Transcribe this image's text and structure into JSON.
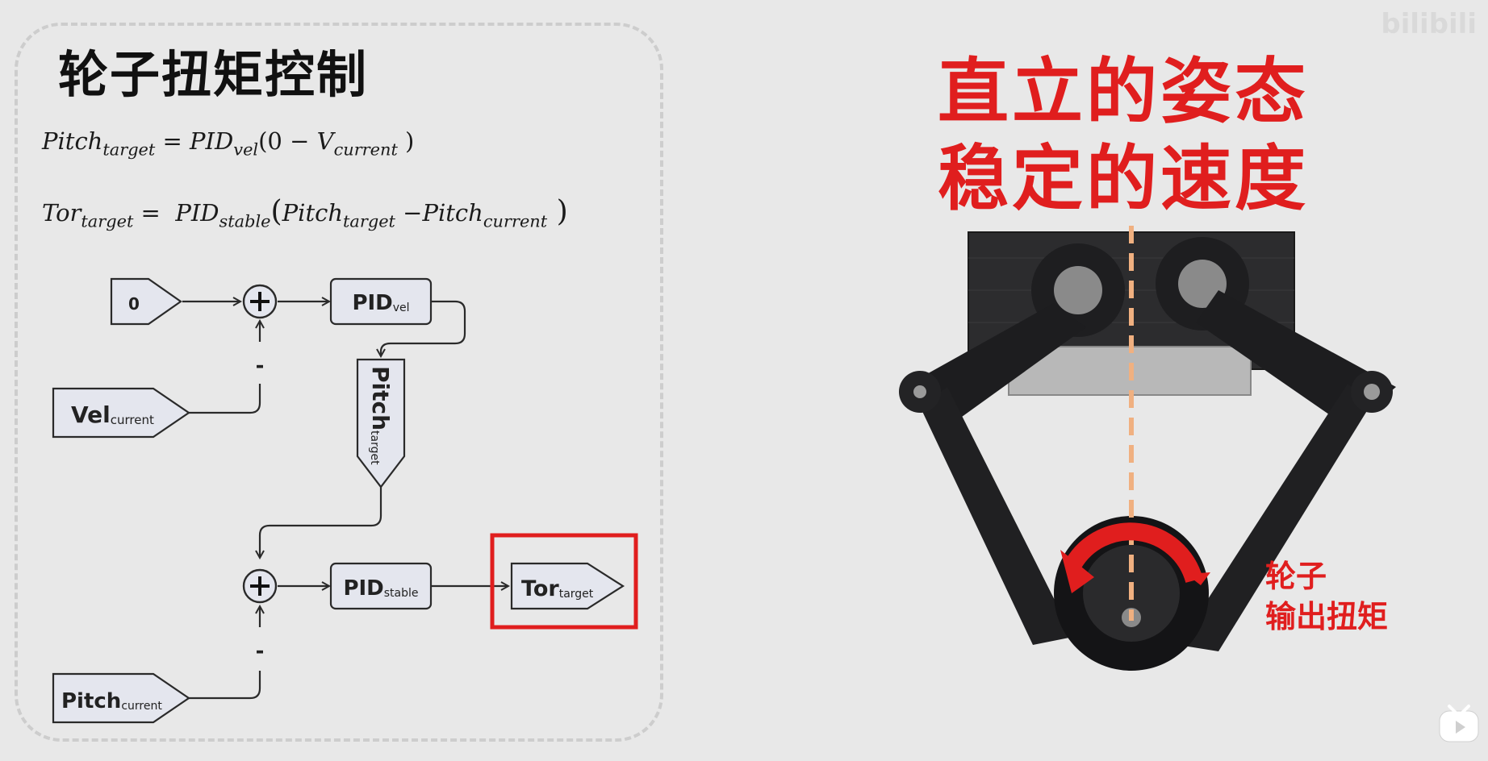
{
  "title": "轮子扭矩控制",
  "formulas": {
    "f1": {
      "lhs": "Pitch",
      "lhs_sub": "target",
      "rhs_pid": "PID",
      "rhs_pid_sub": "vel",
      "open": "(0 − ",
      "v": "V",
      "v_sub": "current",
      "close": " )"
    },
    "f2": {
      "lhs": "Tor",
      "lhs_sub": "target",
      "rhs_pid": "PID",
      "rhs_pid_sub": "stable",
      "open": "(",
      "p1": "Pitch",
      "p1_sub": "target",
      "minus": " −",
      "p2": "Pitch",
      "p2_sub": "current",
      "close": " )"
    }
  },
  "diagram": {
    "input_zero": "0",
    "vel_current_main": "Vel",
    "vel_current_sub": "current",
    "pid_vel_main": "PID",
    "pid_vel_sub": "vel",
    "pitch_target_main": "Pitch",
    "pitch_target_sub": "target",
    "pid_stable_main": "PID",
    "pid_stable_sub": "stable",
    "tor_target_main": "Tor",
    "tor_target_sub": "target",
    "pitch_current_main": "Pitch",
    "pitch_current_sub": "current",
    "minus_sign": "-",
    "highlight_color": "#e01e1e"
  },
  "headline": [
    "直立的姿态",
    "稳定的速度"
  ],
  "wheel_label": [
    "轮子",
    "输出扭矩"
  ],
  "watermark": "bilibili",
  "colors": {
    "accent": "#e01e1e",
    "block_fill": "#e4e6ee",
    "stroke": "#2a2a2a"
  }
}
